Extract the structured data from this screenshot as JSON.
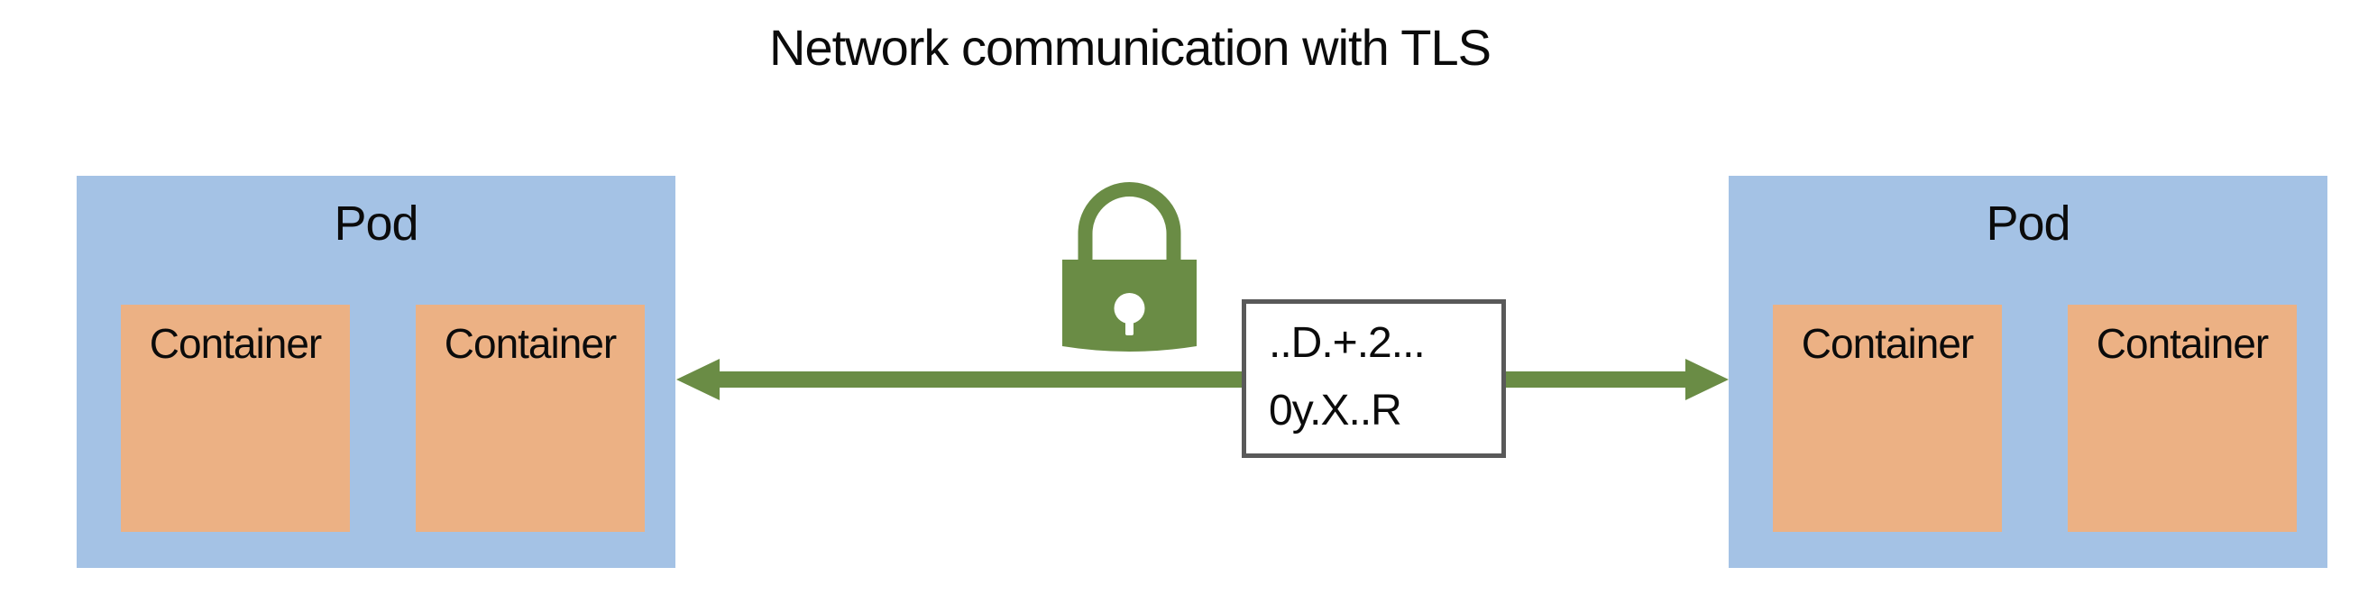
{
  "title": "Network communication with TLS",
  "colors": {
    "pod_fill": "#A4C2E5",
    "container_fill": "#ECB184",
    "green": "#6A8C45",
    "box_border": "#595959",
    "text": "#0B0B0B",
    "background": "#FFFFFF"
  },
  "pods": [
    {
      "label": "Pod",
      "containers": [
        {
          "label": "Container"
        },
        {
          "label": "Container"
        }
      ]
    },
    {
      "label": "Pod",
      "containers": [
        {
          "label": "Container"
        },
        {
          "label": "Container"
        }
      ]
    }
  ],
  "tls": {
    "icon": "lock-icon",
    "ciphertext_line1": "..D.+.2...",
    "ciphertext_line2": "0y.X..R"
  },
  "arrow": {
    "type": "double-headed",
    "color": "#6A8C45"
  }
}
